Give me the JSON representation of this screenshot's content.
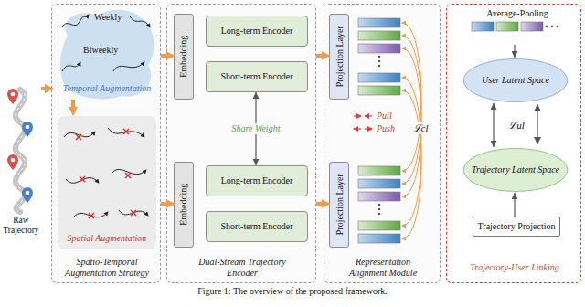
{
  "diagram": {
    "caption": "Figure 1: The overview of the proposed framework.",
    "nodes": [
      {
        "text": [
          "Raw Trajectory"
        ]
      },
      {
        "text": [
          "Spatio-Temporal Augmentation Strategy"
        ]
      },
      {
        "text": [
          "Weekly",
          "Biweekly",
          "Temporal Augmentation"
        ],
        "in": 1
      },
      {
        "text": [
          "Spatial Augmentation"
        ],
        "in": 1
      },
      {
        "text": [
          "Dual-Stream Trajectory Encoder"
        ]
      },
      {
        "text": [
          "Embedding"
        ],
        "in": 4
      },
      {
        "text": [
          "Long-term Encoder"
        ],
        "in": 4
      },
      {
        "text": [
          "Short-term Encoder"
        ],
        "in": 4
      },
      {
        "text": [
          "Embedding"
        ],
        "in": 4
      },
      {
        "text": [
          "Long-term Encoder"
        ],
        "in": 4
      },
      {
        "text": [
          "Short-term Encoder"
        ],
        "in": 4
      },
      {
        "text": [
          "Representation Alignment Module"
        ]
      },
      {
        "text": [
          "Projection Layer"
        ],
        "in": 11
      },
      {
        "text": [
          "Projection Layer"
        ],
        "in": 11
      },
      {
        "text": [
          "Trajectory-User Linking"
        ]
      },
      {
        "text": [
          "Average-Pooling"
        ],
        "in": 14
      },
      {
        "text": [
          "User Latent Space"
        ],
        "in": 14
      },
      {
        "text": [
          "Trajectory Latent Space"
        ],
        "in": 14
      },
      {
        "text": [
          "Trajectory Projection"
        ],
        "in": 14
      }
    ],
    "edges": [
      {
        "from": 0,
        "to": 1,
        "arrow": "to"
      },
      {
        "from": 2,
        "to": 3,
        "arrow": "to"
      },
      {
        "from": 1,
        "to": 5,
        "arrow": "to"
      },
      {
        "from": 1,
        "to": 8,
        "arrow": "to"
      },
      {
        "from": 7,
        "to": 9,
        "arrow": "both",
        "label": "Share Weight"
      },
      {
        "from": 4,
        "to": 12,
        "arrow": "to"
      },
      {
        "from": 4,
        "to": 13,
        "arrow": "to"
      },
      {
        "from": 15,
        "to": 16,
        "arrow": "to"
      },
      {
        "from": 16,
        "to": 17,
        "arrow": "both",
        "label": "ℒul"
      },
      {
        "from": 18,
        "to": 17,
        "arrow": "to"
      }
    ],
    "labels": [
      "ℒcl"
    ],
    "legend": [
      {
        "text": "Pull"
      },
      {
        "text": "Push"
      }
    ]
  }
}
